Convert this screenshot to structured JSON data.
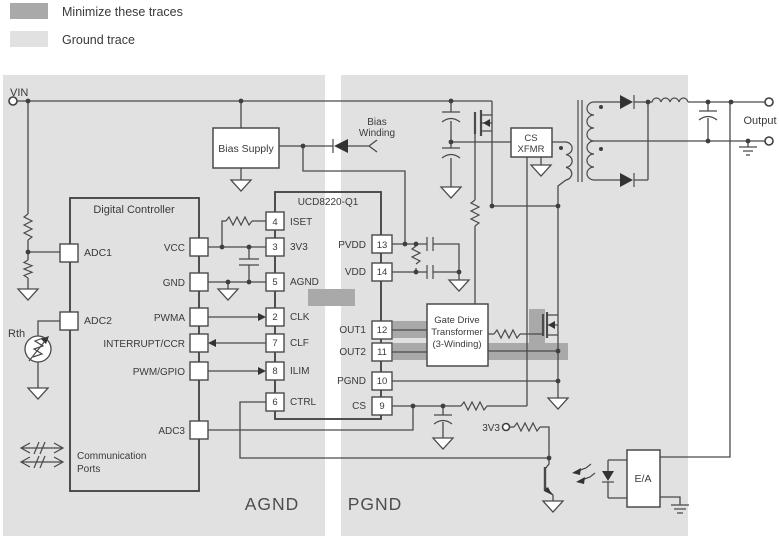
{
  "legend": {
    "minimize": {
      "label": "Minimize these traces",
      "color": "#a9a9a9"
    },
    "ground": {
      "label": "Ground trace",
      "color": "#e1e1e1"
    }
  },
  "colors": {
    "wire": "#4a4a4a"
  },
  "terminals": {
    "vin": "VIN",
    "output": "Output",
    "bias_3v3": "3V3"
  },
  "regions": {
    "agnd": "AGND",
    "pgnd": "PGND"
  },
  "blocks": {
    "bias_supply": "Bias Supply",
    "bias_winding": {
      "line1": "Bias",
      "line2": "Winding"
    },
    "cs_xfmr": {
      "line1": "CS",
      "line2": "XFMR"
    },
    "gate_transformer": {
      "line1": "Gate Drive",
      "line2": "Transformer",
      "line3": "(3-Winding)"
    },
    "error_amp": "E/A"
  },
  "controller": {
    "title": "Digital Controller",
    "pins": {
      "adc1": "ADC1",
      "adc2": "ADC2",
      "vcc": "VCC",
      "gnd": "GND",
      "pwma": "PWMA",
      "interrupt": "INTERRUPT/CCR",
      "pwm_gpio": "PWM/GPIO",
      "adc3": "ADC3"
    },
    "comm": {
      "line1": "Communication",
      "line2": "Ports"
    },
    "rth": "Rth"
  },
  "chip": {
    "title": "UCD8220-Q1",
    "left_pins": [
      {
        "num": "4",
        "name": "ISET"
      },
      {
        "num": "3",
        "name": "3V3"
      },
      {
        "num": "5",
        "name": "AGND"
      },
      {
        "num": "2",
        "name": "CLK"
      },
      {
        "num": "7",
        "name": "CLF"
      },
      {
        "num": "8",
        "name": "ILIM"
      },
      {
        "num": "6",
        "name": "CTRL"
      }
    ],
    "right_pins": [
      {
        "num": "13",
        "name": "PVDD"
      },
      {
        "num": "14",
        "name": "VDD"
      },
      {
        "num": "12",
        "name": "OUT1"
      },
      {
        "num": "11",
        "name": "OUT2"
      },
      {
        "num": "10",
        "name": "PGND"
      },
      {
        "num": "9",
        "name": "CS"
      }
    ]
  }
}
